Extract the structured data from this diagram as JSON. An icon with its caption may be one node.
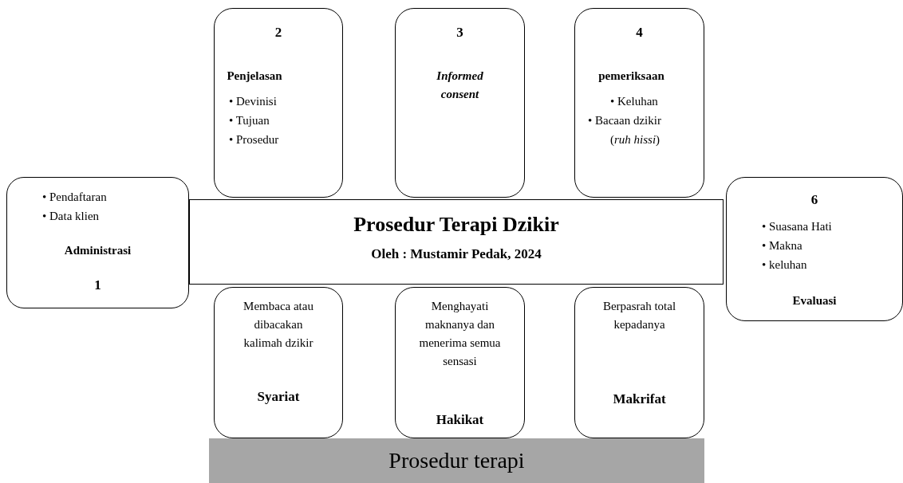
{
  "diagram": {
    "nodes": [
      {
        "text": [
          "Prosedur Terapi Dzikir",
          "Oleh : Mustamir Pedak, 2024"
        ]
      },
      {
        "text": [
          "• Pendaftaran",
          "• Data klien",
          "Administrasi",
          "1"
        ]
      },
      {
        "text": [
          "2",
          "Penjelasan",
          "• Devinisi",
          "• Tujuan",
          "• Prosedur"
        ]
      },
      {
        "text": [
          "3",
          "Informed consent"
        ]
      },
      {
        "text": [
          "4",
          "pemeriksaan",
          "• Keluhan",
          "• Bacaan dzikir (*ruh hissi*)"
        ]
      },
      {
        "text": [
          "6",
          "• Suasana Hati",
          "• Makna",
          "• keluhan",
          "Evaluasi"
        ]
      },
      {
        "text": [
          "Membaca atau dibacakan kalimah dzikir",
          "Syariat"
        ]
      },
      {
        "text": [
          "Menghayati maknanya dan menerima semua sensasi",
          "Hakikat"
        ]
      },
      {
        "text": [
          "Berpasrah total kepadanya",
          "Makrifat"
        ]
      },
      {
        "text": [
          "Prosedur terapi"
        ]
      }
    ]
  }
}
